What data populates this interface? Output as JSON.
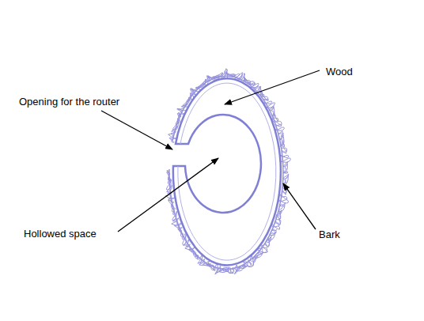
{
  "diagram": {
    "labels": [
      "Wood",
      "Opening for the router",
      "Hollowed space",
      "Bark"
    ]
  }
}
